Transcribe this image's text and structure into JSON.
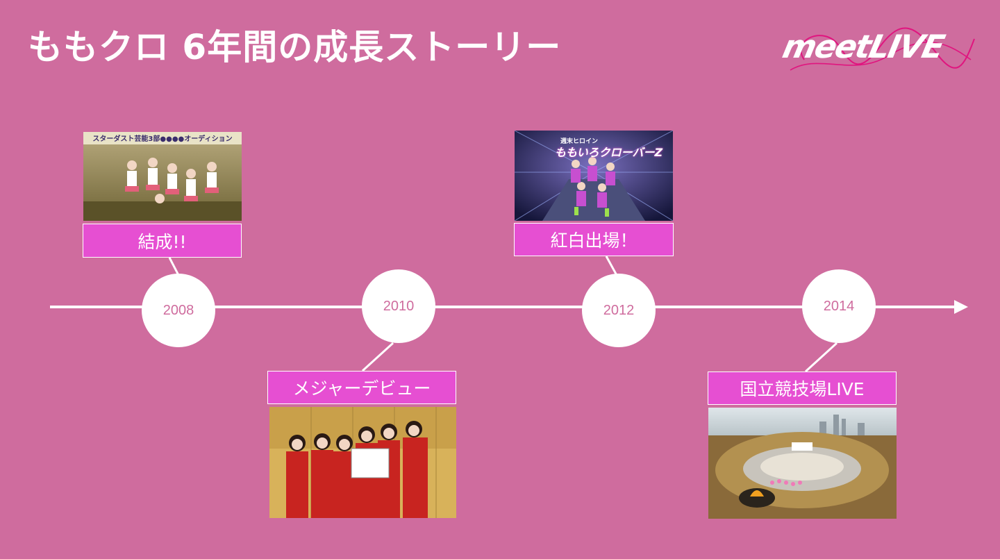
{
  "slide": {
    "title": "ももクロ 6年間の成長ストーリー",
    "logo_text": "meetLIVE",
    "background_color": "#cf6c9e",
    "accent_color": "#e64fd2"
  },
  "timeline": {
    "years": [
      "2008",
      "2010",
      "2012",
      "2014"
    ],
    "events": [
      {
        "year": "2008",
        "label": "結成!!"
      },
      {
        "year": "2010",
        "label": "メジャーデビュー"
      },
      {
        "year": "2012",
        "label": "紅白出場！"
      },
      {
        "year": "2014",
        "label": "国立競技場LIVE"
      }
    ]
  },
  "photos": {
    "audition_banner": "スターダスト芸能3部●●●●オーディション",
    "kouhaku_title": "ももいろクローバーZ",
    "kouhaku_sub": "週末ヒロイン"
  }
}
